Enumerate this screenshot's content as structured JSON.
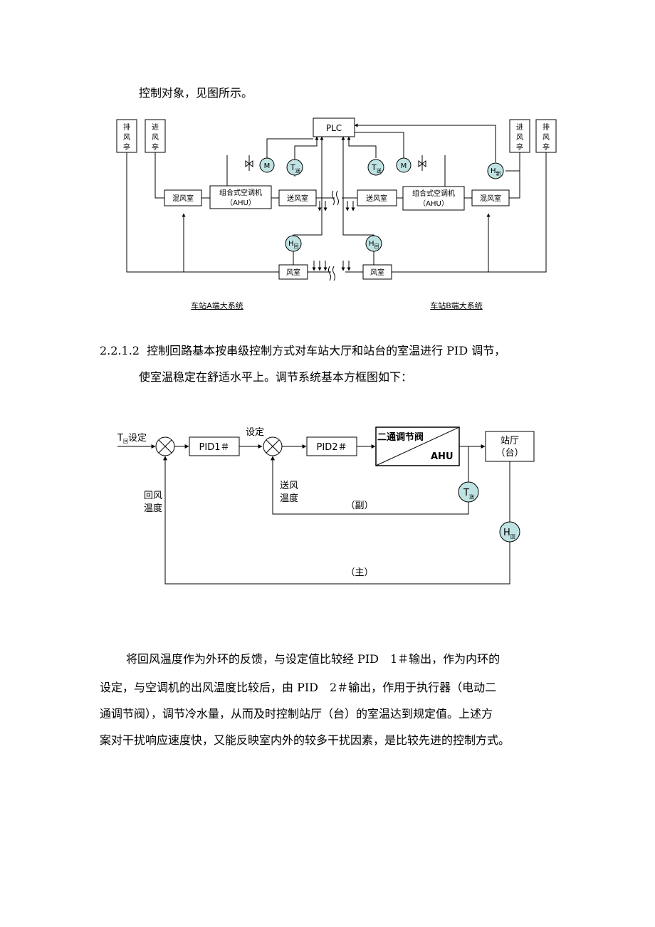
{
  "intro_text": "控制对象，见图所示。",
  "diagram1": {
    "plc": "PLC",
    "exhaust_kiosk": "排风亭",
    "intake_kiosk": "进风亭",
    "mix_room": "混风室",
    "ahu_line1": "组合式空调机",
    "ahu_line2": "（AHU）",
    "supply_room": "送风室",
    "wind_room": "风室",
    "motor": "M",
    "t_letter": "T",
    "t_sub": "送",
    "h_letter": "H",
    "h_new_sub": "新",
    "h_return_sub": "回",
    "label_a": "车站A端大系统",
    "label_b": "车站B端大系统"
  },
  "section": {
    "number": "2.2.1.2",
    "line1": "控制回路基本按串级控制方式对车站大厅和站台的室温进行 PID 调节，",
    "line2": "使室温稳定在舒适水平上。调节系统基本方框图如下："
  },
  "diagram2": {
    "t_input_letter": "T",
    "t_input_sub": "回",
    "t_input_label": "设定",
    "setpoint_label": "设定",
    "pid1": "PID1＃",
    "pid2": "PID2＃",
    "valve_label": "二通调节阀",
    "ahu_label": "AHU",
    "hall_line1": "站厅",
    "hall_line2": "（台）",
    "supply_temp_line1": "送风",
    "supply_temp_line2": "温度",
    "return_temp_line1": "回风",
    "return_temp_line2": "温度",
    "inner_loop": "（副）",
    "outer_loop": "（主）",
    "t_letter": "T",
    "t_sub": "送",
    "h_letter": "H",
    "h_sub": "回"
  },
  "body_paragraph": [
    "将回风温度作为外环的反馈，与设定值比较经 PID　1＃输出，作为内环的",
    "设定，与空调机的出风温度比较后，由 PID　2＃输出，作用于执行器（电动二",
    "通调节阀），调节冷水量，从而及时控制站厅（台）的室温达到规定值。上述方",
    "案对干扰响应速度快，又能反映室内外的较多干扰因素，是比较先进的控制方式。"
  ]
}
